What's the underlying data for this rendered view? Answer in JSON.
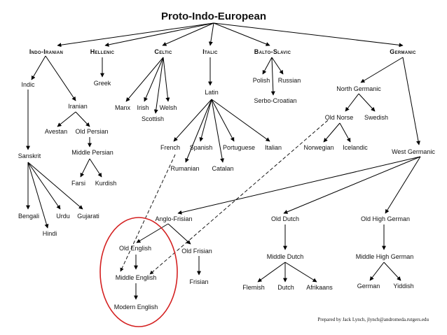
{
  "title": "Proto-Indo-European",
  "branches": {
    "indo_iranian": "Indo-Iranian",
    "hellenic": "Hellenic",
    "celtic": "Celtic",
    "italic": "Italic",
    "balto_slavic": "Balto-Slavic",
    "germanic": "Germanic"
  },
  "languages": {
    "indic": "Indic",
    "iranian": "Iranian",
    "avestan": "Avestan",
    "old_persian": "Old Persian",
    "middle_persian": "Middle Persian",
    "farsi": "Farsi",
    "kurdish": "Kurdish",
    "sanskrit": "Sanskrit",
    "bengali": "Bengali",
    "hindi": "Hindi",
    "urdu": "Urdu",
    "gujarati": "Gujarati",
    "greek": "Greek",
    "manx": "Manx",
    "irish": "Irish",
    "welsh": "Welsh",
    "scottish": "Scottish",
    "latin": "Latin",
    "french": "French",
    "spanish": "Spanish",
    "portuguese": "Portuguese",
    "italian": "Italian",
    "rumanian": "Rumanian",
    "catalan": "Catalan",
    "polish": "Polish",
    "russian": "Russian",
    "serbo_croatian": "Serbo-Croatian",
    "north_germanic": "North Germanic",
    "old_norse": "Old Norse",
    "swedish": "Swedish",
    "norwegian": "Norwegian",
    "icelandic": "Icelandic",
    "west_germanic": "West Germanic",
    "anglo_frisian": "Anglo-Frisian",
    "old_english": "Old English",
    "middle_english": "Middle English",
    "modern_english": "Modern English",
    "old_frisian": "Old Frisian",
    "frisian": "Frisian",
    "old_dutch": "Old Dutch",
    "middle_dutch": "Middle Dutch",
    "flemish": "Flemish",
    "dutch": "Dutch",
    "afrikaans": "Afrikaans",
    "old_high_german": "Old High German",
    "middle_high_german": "Middle High German",
    "german": "German",
    "yiddish": "Yiddish"
  },
  "credit": "Prepared by Jack Lynch, jlynch@andromeda.rutgers.edu",
  "highlight_color": "#d42020"
}
